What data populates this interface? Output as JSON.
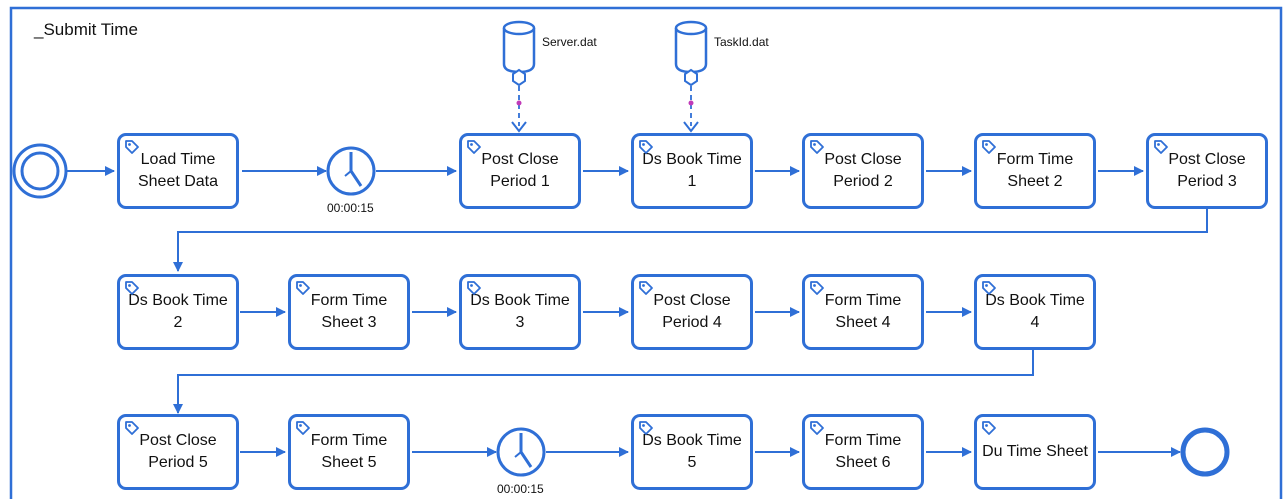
{
  "pool": {
    "title": "_Submit Time"
  },
  "tasks": [
    {
      "label": "Load Time\nSheet Data"
    },
    {
      "label": "Post Close\nPeriod 1"
    },
    {
      "label": "Ds Book Time\n1"
    },
    {
      "label": "Post Close\nPeriod 2"
    },
    {
      "label": "Form Time\nSheet 2"
    },
    {
      "label": "Post Close\nPeriod 3"
    },
    {
      "label": "Ds Book Time\n2"
    },
    {
      "label": "Form Time\nSheet 3"
    },
    {
      "label": "Ds Book Time\n3"
    },
    {
      "label": "Post Close\nPeriod 4"
    },
    {
      "label": "Form Time\nSheet 4"
    },
    {
      "label": "Ds Book Time\n4"
    },
    {
      "label": "Post Close\nPeriod 5"
    },
    {
      "label": "Form Time\nSheet 5"
    },
    {
      "label": "Ds Book Time\n5"
    },
    {
      "label": "Form Time\nSheet 6"
    },
    {
      "label": "Du Time Sheet"
    }
  ],
  "timers": [
    {
      "label": "00:00:15"
    },
    {
      "label": "00:00:15"
    }
  ],
  "datastores": [
    {
      "label": "Server.dat"
    },
    {
      "label": "TaskId.dat"
    }
  ],
  "colors": {
    "accent": "#2f6fd6",
    "association_dot": "#c03ab8"
  }
}
